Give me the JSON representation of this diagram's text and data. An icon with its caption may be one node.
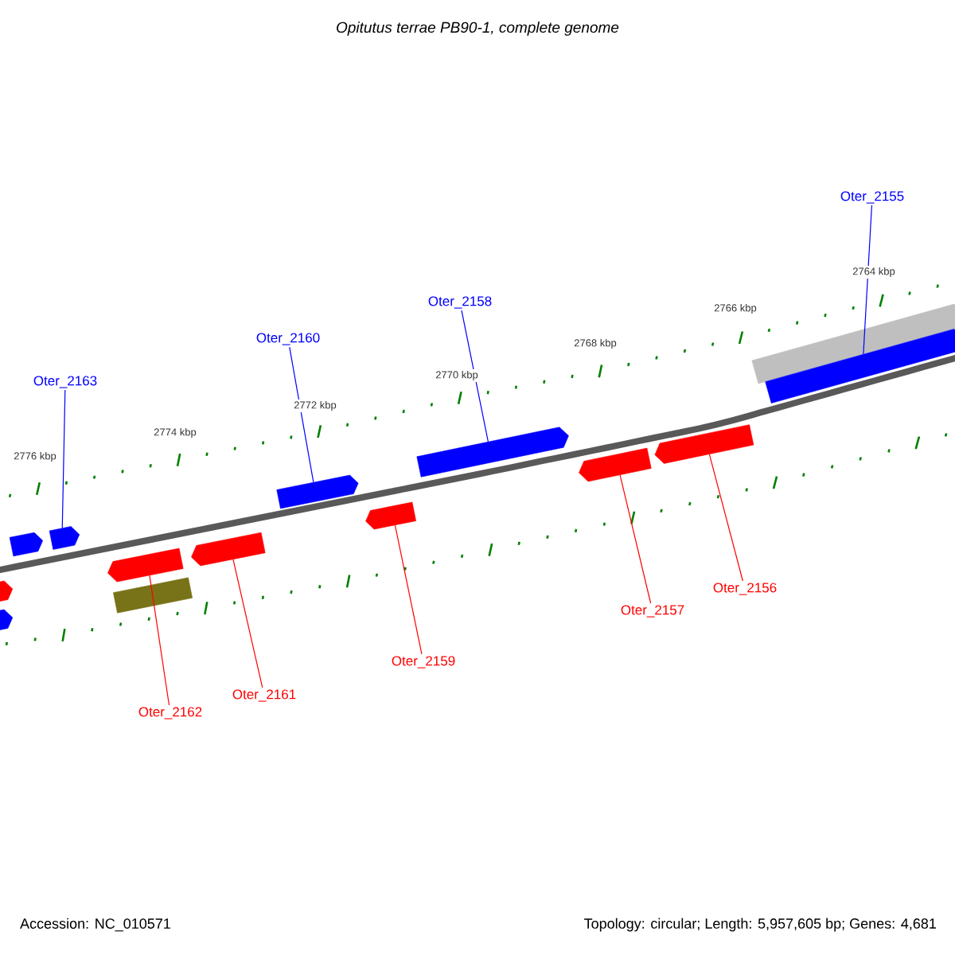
{
  "diagram": {
    "title": "Opitutus terrae PB90-1, complete genome",
    "nodes": [
      {
        "text": [
          "Oter_2155"
        ]
      },
      {
        "text": [
          "Oter_2158"
        ]
      },
      {
        "text": [
          "Oter_2160"
        ]
      },
      {
        "text": [
          "Oter_2163"
        ]
      },
      {
        "text": [],
        "shape": "bar"
      },
      {
        "text": [],
        "shape": "pentagon"
      },
      {
        "text": [],
        "shape": "pentagon"
      },
      {
        "text": [],
        "shape": "pentagon"
      },
      {
        "text": [],
        "shape": "pentagon"
      },
      {
        "text": [],
        "shape": "pentagon"
      },
      {
        "text": [],
        "shape": "pentagon"
      },
      {
        "text": [],
        "shape": "pentagon"
      },
      {
        "text": [],
        "shape": "pentagon"
      },
      {
        "text": [],
        "shape": "pentagon"
      },
      {
        "text": [],
        "shape": "pentagon"
      },
      {
        "text": [],
        "shape": "bar"
      },
      {
        "text": [],
        "shape": "pentagon"
      },
      {
        "text": [],
        "shape": "pentagon"
      },
      {
        "text": [
          "Oter_2157"
        ]
      },
      {
        "text": [
          "Oter_2156"
        ]
      },
      {
        "text": [
          "Oter_2159"
        ]
      },
      {
        "text": [
          "Oter_2161"
        ]
      },
      {
        "text": [
          "Oter_2162"
        ]
      }
    ],
    "edges": [
      {
        "from": 0,
        "to": 5,
        "arrow": "none",
        "color": "#0000ff"
      },
      {
        "from": 1,
        "to": 6,
        "arrow": "none",
        "color": "#0000ff"
      },
      {
        "from": 2,
        "to": 7,
        "arrow": "none",
        "color": "#0000ff"
      },
      {
        "from": 3,
        "to": 9,
        "arrow": "none",
        "color": "#0000ff"
      },
      {
        "from": 18,
        "to": 11,
        "arrow": "none"
      },
      {
        "from": 19,
        "to": 12,
        "arrow": "none"
      },
      {
        "from": 20,
        "to": 10,
        "arrow": "none"
      },
      {
        "from": 21,
        "to": 14,
        "arrow": "none"
      },
      {
        "from": 22,
        "to": 13,
        "arrow": "none"
      }
    ],
    "labels": [
      "2764 kbp",
      "2766 kbp",
      "2768 kbp",
      "2770 kbp",
      "2772 kbp",
      "2774 kbp",
      "2776 kbp",
      "Accession: NC_010571",
      "Topology: circular; Length: 5,957,605 bp; Genes: 4,681"
    ]
  }
}
